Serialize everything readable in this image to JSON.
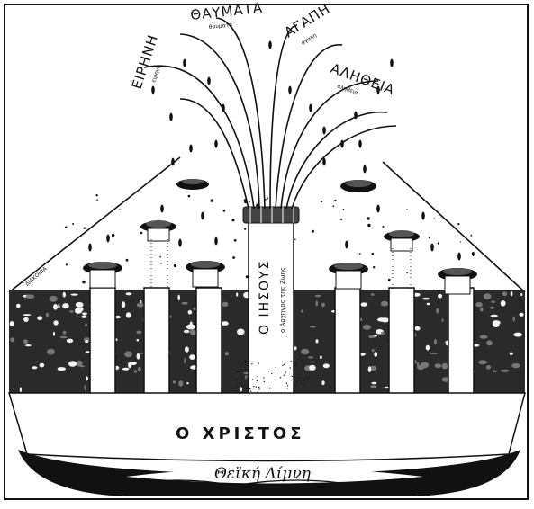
{
  "labels": {
    "jet_1": {
      "main": "ΕΙΡΗΝΗ",
      "sub": "ειρηνη"
    },
    "jet_2": {
      "main": "ΘΑΥΜΑΤΑ",
      "sub": "θαυματα"
    },
    "jet_3": {
      "main": "ΑΓΑΠΗ",
      "sub": "αγαπη"
    },
    "jet_4": {
      "main": "ΑΛΗΘΕΙΑ",
      "sub": "αληθεια"
    },
    "column_main": "Ο ΙΗΣΟΥΣ",
    "column_sub": "ο Αρχηγος της Ζωης",
    "foundation": "Ο ΧΡΙΣΤΟΣ",
    "basin": "Θεϊκή Λίμνη",
    "signature": "ΔΙΑΚΟΝΙΑ"
  },
  "colors": {
    "ink": "#111111",
    "paper": "#ffffff",
    "earth": "#2a2a2a"
  }
}
